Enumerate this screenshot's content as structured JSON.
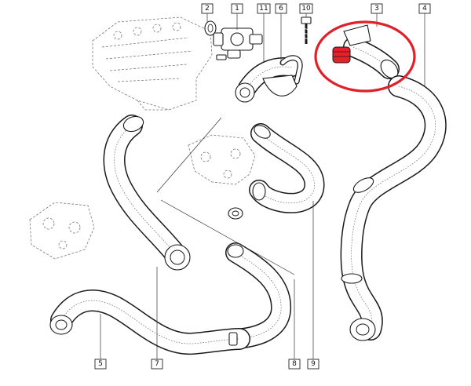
{
  "callouts": [
    {
      "label": "2"
    },
    {
      "label": "1"
    },
    {
      "label": "11"
    },
    {
      "label": "6"
    },
    {
      "label": "10"
    },
    {
      "label": "3"
    },
    {
      "label": "4"
    },
    {
      "label": "5"
    },
    {
      "label": "7"
    },
    {
      "label": "8"
    },
    {
      "label": "9"
    }
  ],
  "highlight": {
    "color": "#e0202a",
    "target": "3"
  },
  "colors": {
    "line": "#1a1a1a",
    "highlight_part": "#e8202a"
  }
}
